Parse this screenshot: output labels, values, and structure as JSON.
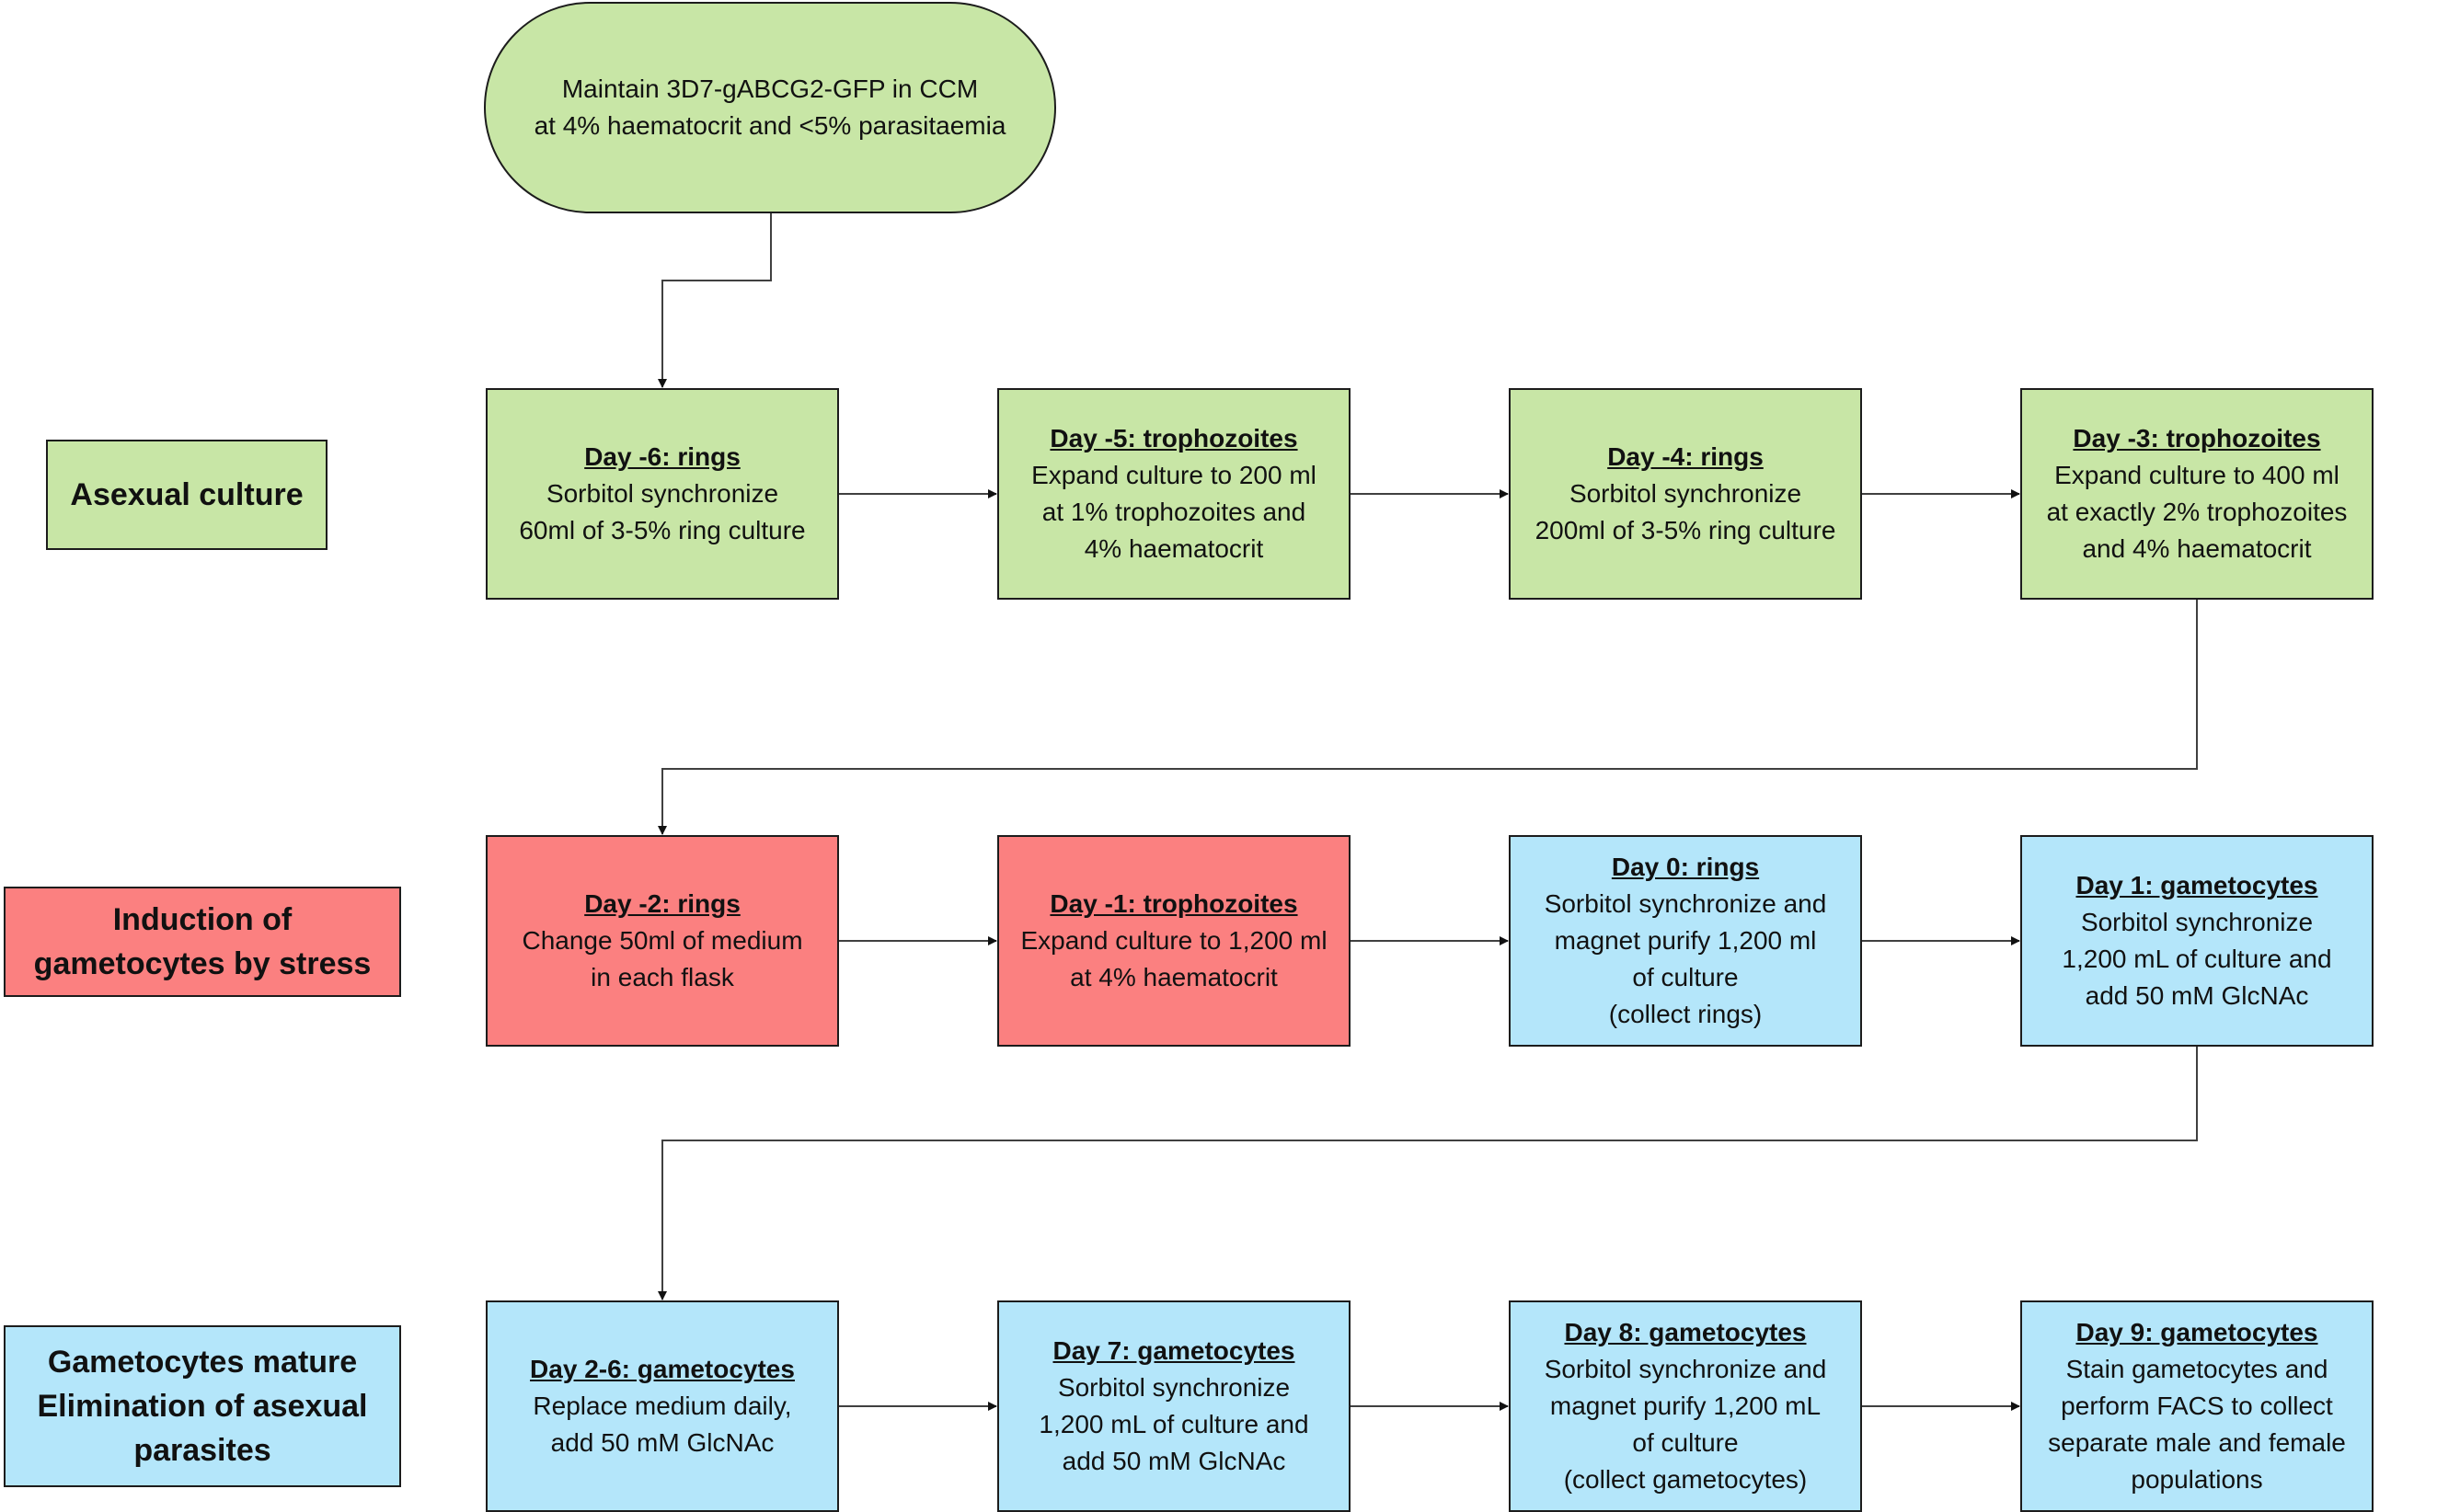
{
  "start": {
    "lines": [
      "Maintain 3D7-gABCG2-GFP in CCM",
      "at 4% haematocrit and <5% parasitaemia"
    ]
  },
  "row_labels": [
    {
      "lines": [
        "Asexual culture"
      ]
    },
    {
      "lines": [
        "Induction of",
        "gametocytes by stress"
      ]
    },
    {
      "lines": [
        "Gametocytes mature",
        "Elimination of asexual",
        "parasites"
      ]
    }
  ],
  "rows": [
    [
      {
        "title": "Day -6: rings",
        "lines": [
          "Sorbitol synchronize",
          "60ml of 3-5% ring culture"
        ],
        "color": "#c8e6a6"
      },
      {
        "title": "Day -5: trophozoites",
        "lines": [
          "Expand culture to 200 ml",
          "at 1% trophozoites and",
          "4% haematocrit"
        ],
        "color": "#c8e6a6"
      },
      {
        "title": "Day -4: rings",
        "lines": [
          "Sorbitol synchronize",
          "200ml of 3-5% ring culture"
        ],
        "color": "#c8e6a6"
      },
      {
        "title": "Day -3: trophozoites",
        "lines": [
          "Expand culture to 400 ml",
          "at exactly 2% trophozoites",
          "and 4% haematocrit"
        ],
        "color": "#c8e6a6"
      }
    ],
    [
      {
        "title": "Day -2: rings",
        "lines": [
          "Change 50ml of medium",
          "in each flask"
        ],
        "color": "#fb8080"
      },
      {
        "title": "Day -1: trophozoites",
        "lines": [
          "Expand culture to 1,200 ml",
          "at 4% haematocrit"
        ],
        "color": "#fb8080"
      },
      {
        "title": "Day 0: rings",
        "lines": [
          "Sorbitol synchronize and",
          "magnet purify 1,200 ml",
          "of culture",
          "(collect rings)"
        ],
        "color": "#b4e6fa"
      },
      {
        "title": "Day 1: gametocytes",
        "lines": [
          "Sorbitol synchronize",
          "1,200 mL of culture and",
          "add 50 mM GlcNAc"
        ],
        "color": "#b4e6fa"
      }
    ],
    [
      {
        "title": "Day 2-6: gametocytes",
        "lines": [
          "Replace medium daily,",
          "add 50 mM GlcNAc"
        ],
        "color": "#b4e6fa"
      },
      {
        "title": "Day 7: gametocytes",
        "lines": [
          "Sorbitol synchronize",
          "1,200 mL of culture and",
          "add 50 mM GlcNAc"
        ],
        "color": "#b4e6fa"
      },
      {
        "title": "Day 8: gametocytes",
        "lines": [
          "Sorbitol synchronize and",
          "magnet purify 1,200 mL",
          "of culture",
          "(collect gametocytes)"
        ],
        "color": "#b4e6fa"
      },
      {
        "title": "Day 9: gametocytes",
        "lines": [
          "Stain gametocytes and",
          "perform FACS to collect",
          "separate male and female",
          "populations"
        ],
        "color": "#b4e6fa"
      }
    ]
  ],
  "colors": {
    "line": "#404040",
    "border": "#1c1c1c"
  }
}
